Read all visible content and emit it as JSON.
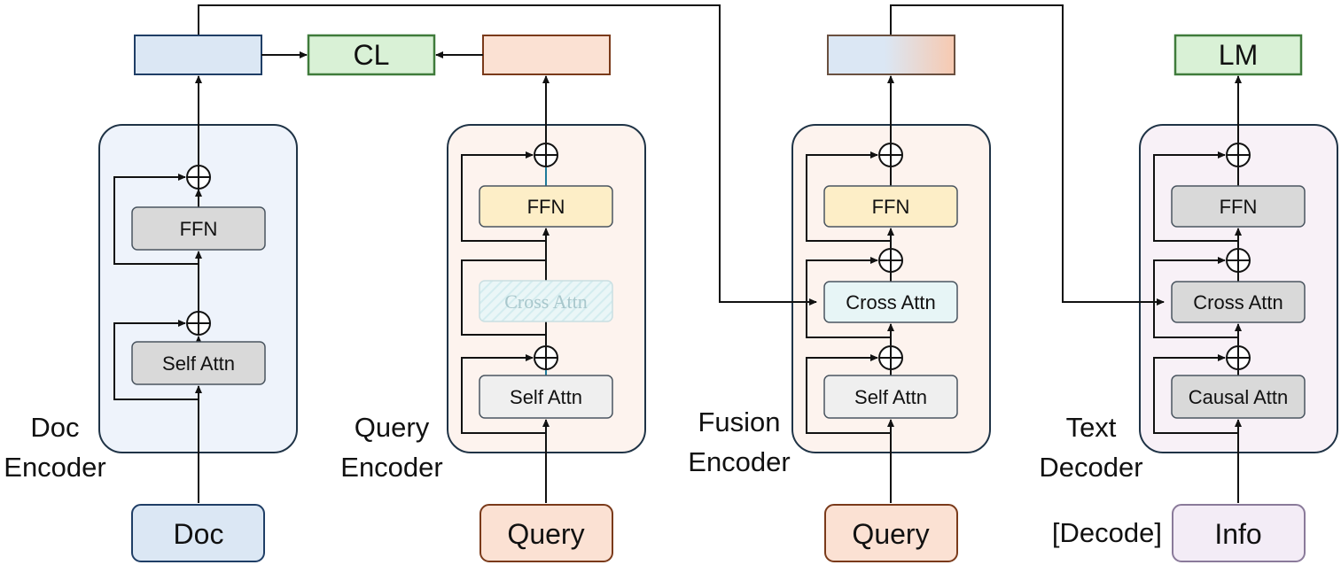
{
  "colors": {
    "doc_panel_fill": "#eef3fb",
    "query_panel_fill": "#fdf3ee",
    "fusion_panel_fill": "#fdf3ee",
    "decoder_panel_fill": "#f8f1f7",
    "panel_stroke": "#1f3346",
    "doc_box_fill": "#dbe7f4",
    "doc_box_stroke": "#1f3e66",
    "query_box_fill": "#fbe1d3",
    "query_box_stroke": "#7a3a1a",
    "lm_fill": "#d9f1d6",
    "lm_stroke": "#3f7b3b",
    "info_fill": "#f3ecf6",
    "info_stroke": "#8a7a9a",
    "ffn_yellow": "#fdeec7",
    "block_gray": "#d9d9d9",
    "block_light": "#efefef",
    "cross_fill": "#e7f5f6",
    "ghost_text": "#a8c7cc"
  },
  "columns": {
    "doc": {
      "label_line1": "Doc",
      "label_line2": "Encoder",
      "input": "Doc",
      "ffn": "FFN",
      "attn": "Self Attn"
    },
    "query": {
      "label_line1": "Query",
      "label_line2": "Encoder",
      "input": "Query",
      "ffn": "FFN",
      "cross": "Cross Attn",
      "attn": "Self Attn"
    },
    "fusion": {
      "label_line1": "Fusion",
      "label_line2": "Encoder",
      "input": "Query",
      "ffn": "FFN",
      "cross": "Cross Attn",
      "attn": "Self Attn"
    },
    "decoder": {
      "label_line1": "Text",
      "label_line2": "Decoder",
      "input": "Info",
      "input_prefix": "[Decode]",
      "ffn": "FFN",
      "cross": "Cross Attn",
      "attn": "Causal Attn"
    }
  },
  "outputs": {
    "cl": "CL",
    "lm": "LM"
  },
  "symbols": {
    "add": "⊕"
  }
}
